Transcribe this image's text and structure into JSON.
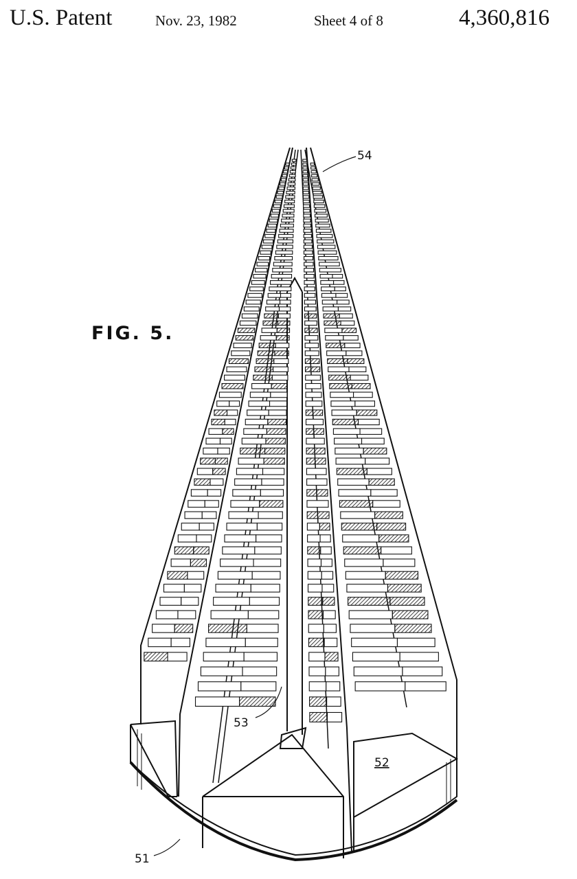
{
  "header": {
    "title": "U.S. Patent",
    "date": "Nov. 23, 1982",
    "sheet": "Sheet 4 of 8",
    "patent_number": "4,360,816"
  },
  "figure": {
    "label": "FIG. 5.",
    "references": {
      "r51": "51",
      "r52": "52",
      "r53": "53",
      "r54": "54"
    }
  }
}
